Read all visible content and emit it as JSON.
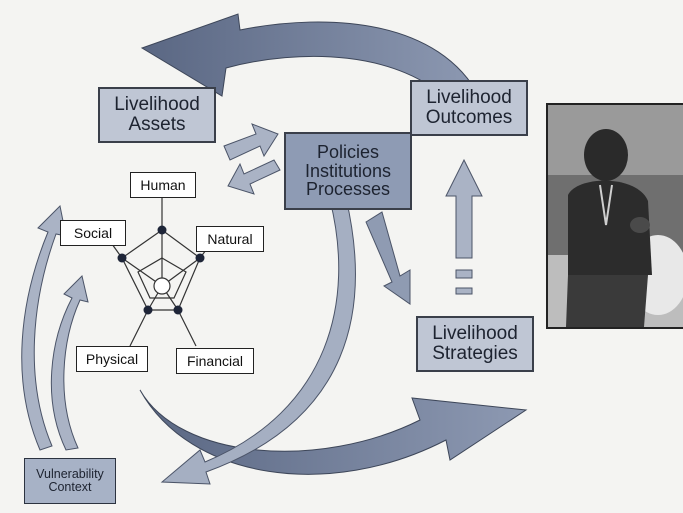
{
  "nodes": {
    "livelihood_assets": "Livelihood\nAssets",
    "livelihood_outcomes": "Livelihood\nOutcomes",
    "policies": "Policies\nInstitutions\nProcesses",
    "livelihood_strategies": "Livelihood\nStrategies",
    "vulnerability_context": "Vulnerability\nContext"
  },
  "capitals": {
    "human": "Human",
    "natural": "Natural",
    "social": "Social",
    "physical": "Physical",
    "financial": "Financial"
  },
  "photo": {
    "description_icon": "person-photo"
  },
  "colors": {
    "box_fill": "#bfc6d4",
    "arrow_fill": "#7a879f",
    "arrow_dark": "#4c5872",
    "border": "#3a3f4a"
  }
}
